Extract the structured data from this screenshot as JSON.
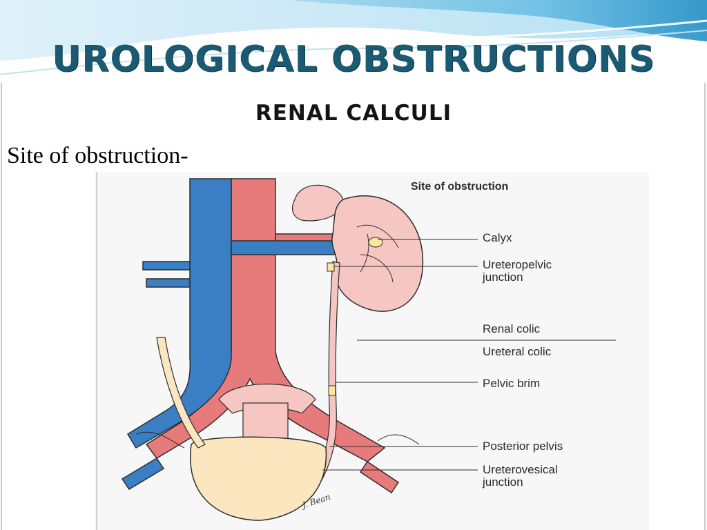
{
  "slide": {
    "title": "UROLOGICAL OBSTRUCTIONS",
    "subtitle": "RENAL CALCULI",
    "bullet": "Site of obstruction-"
  },
  "figure": {
    "heading": "Site of obstruction",
    "labels": {
      "calyx": "Calyx",
      "ureteropelvic_1": "Ureteropelvic",
      "ureteropelvic_2": "junction",
      "renal_colic": "Renal colic",
      "ureteral_colic": "Ureteral colic",
      "pelvic_brim": "Pelvic brim",
      "posterior_pelvis": "Posterior pelvis",
      "ureterovesical_1": "Ureterovesical",
      "ureterovesical_2": "junction"
    },
    "signature": "J. Bean"
  },
  "colors": {
    "title": "#1b5a73",
    "banner": "#3fa6d1",
    "vein": "#3a7fc4",
    "artery": "#e77a7a",
    "kidney": "#f6c7c2",
    "bladder": "#fbe6c0"
  }
}
